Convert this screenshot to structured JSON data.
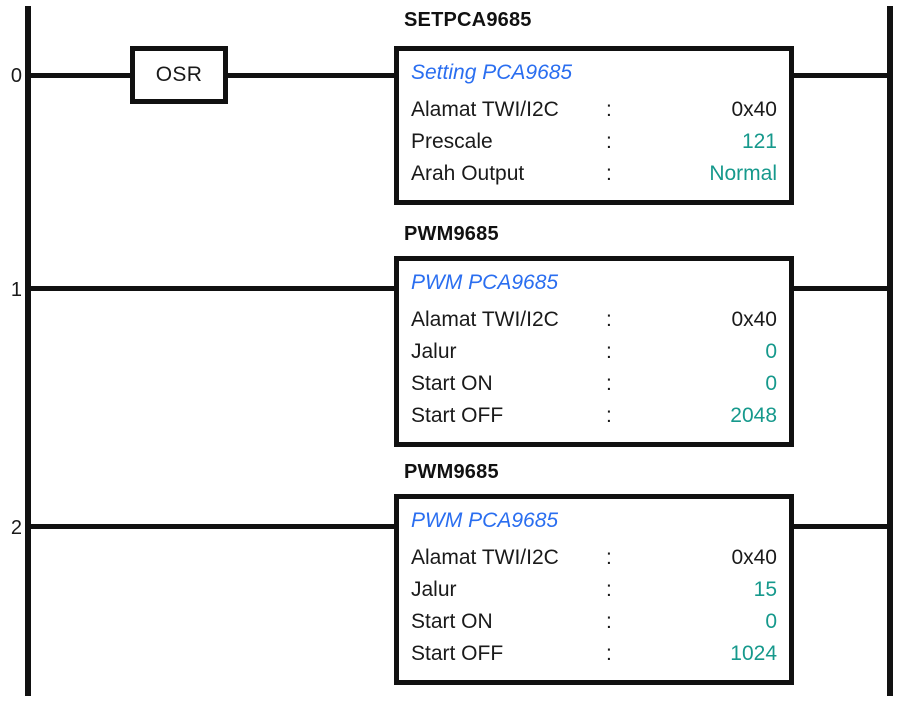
{
  "diagram": {
    "type": "ladder-logic",
    "rails": {
      "left_label": "power-rail-left",
      "right_label": "power-rail-right"
    },
    "colors": {
      "line": "#111111",
      "title_blue": "#2a6ef0",
      "value_teal": "#16998c",
      "text_black": "#1a1a1a",
      "background": "#ffffff"
    }
  },
  "rungs": [
    {
      "number": "0",
      "contact": {
        "label": "OSR",
        "kind": "one-shot-rising"
      },
      "block": {
        "header": "SETPCA9685",
        "title": "Setting PCA9685",
        "rows": [
          {
            "label": "Alamat TWI/I2C",
            "colon": ":",
            "value": "0x40",
            "value_style": "black"
          },
          {
            "label": "Prescale",
            "colon": ":",
            "value": "121",
            "value_style": "teal"
          },
          {
            "label": "Arah Output",
            "colon": ":",
            "value": "Normal",
            "value_style": "teal"
          }
        ]
      }
    },
    {
      "number": "1",
      "contact": null,
      "block": {
        "header": "PWM9685",
        "title": "PWM PCA9685",
        "rows": [
          {
            "label": "Alamat TWI/I2C",
            "colon": ":",
            "value": "0x40",
            "value_style": "black"
          },
          {
            "label": "Jalur",
            "colon": ":",
            "value": "0",
            "value_style": "teal"
          },
          {
            "label": "Start ON",
            "colon": ":",
            "value": "0",
            "value_style": "teal"
          },
          {
            "label": "Start OFF",
            "colon": ":",
            "value": "2048",
            "value_style": "teal"
          }
        ]
      }
    },
    {
      "number": "2",
      "contact": null,
      "block": {
        "header": "PWM9685",
        "title": "PWM PCA9685",
        "rows": [
          {
            "label": "Alamat TWI/I2C",
            "colon": ":",
            "value": "0x40",
            "value_style": "black"
          },
          {
            "label": "Jalur",
            "colon": ":",
            "value": "15",
            "value_style": "teal"
          },
          {
            "label": "Start ON",
            "colon": ":",
            "value": "0",
            "value_style": "teal"
          },
          {
            "label": "Start OFF",
            "colon": ":",
            "value": "1024",
            "value_style": "teal"
          }
        ]
      }
    }
  ]
}
